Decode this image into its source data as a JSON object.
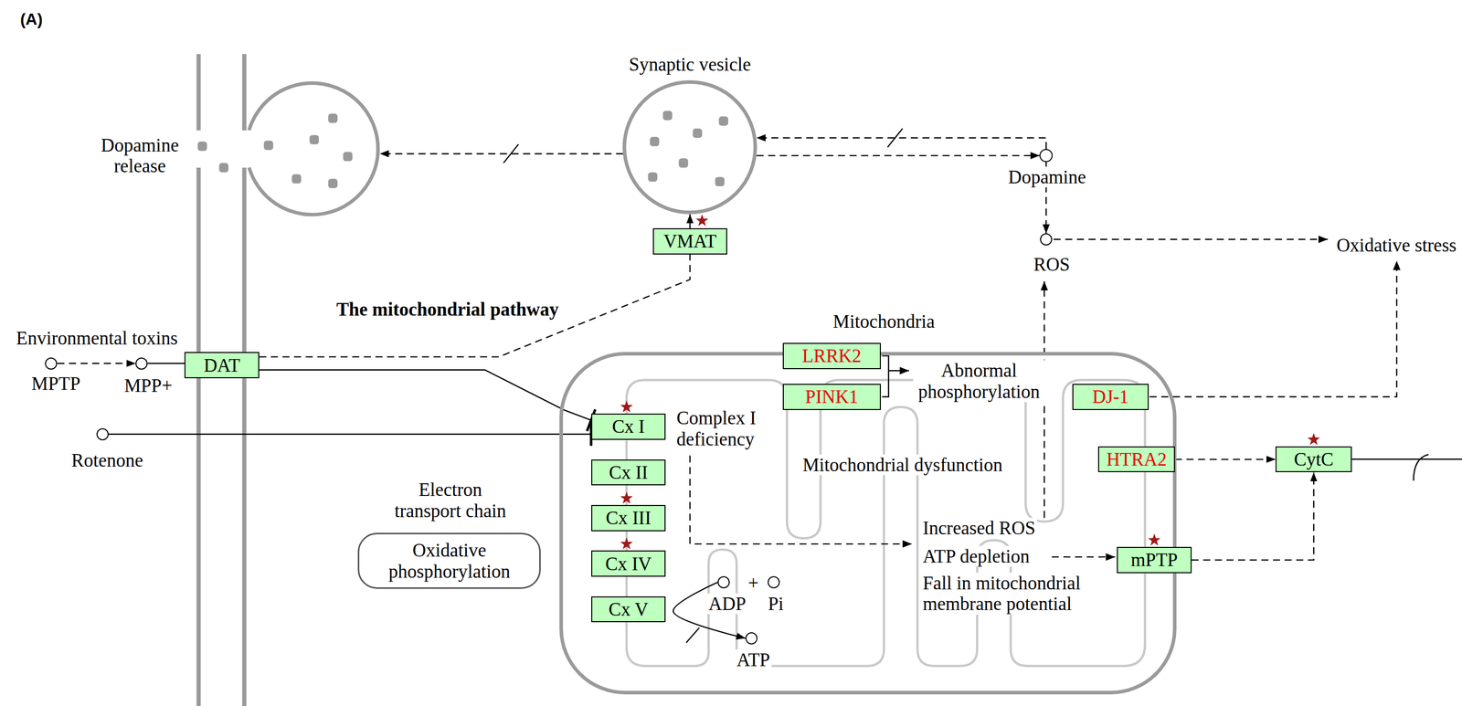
{
  "diagram": {
    "nodes": [
      {
        "text": [
          "Synaptic vesicle"
        ]
      },
      {
        "text": [
          "Dopamine release"
        ]
      },
      {
        "text": [
          "Dopamine"
        ]
      },
      {
        "text": [
          "VMAT"
        ]
      },
      {
        "text": [
          "ROS"
        ]
      },
      {
        "text": [
          "MPTP"
        ]
      },
      {
        "text": [
          "MPP+"
        ]
      },
      {
        "text": [
          "DAT"
        ]
      },
      {
        "text": [
          "Rotenone"
        ]
      },
      {
        "text": [
          "Mitochondria"
        ]
      },
      {
        "text": [
          "LRRK2"
        ]
      },
      {
        "text": [
          "PINK1"
        ],
        "in": 9
      },
      {
        "text": [
          "DJ-1"
        ],
        "in": 9
      },
      {
        "text": [
          "HTRA2"
        ],
        "in": 9
      },
      {
        "text": [
          "CytC"
        ]
      },
      {
        "text": [
          "Cx I"
        ],
        "in": 9
      },
      {
        "text": [
          "Cx II"
        ],
        "in": 9
      },
      {
        "text": [
          "Cx III"
        ],
        "in": 9
      },
      {
        "text": [
          "Cx IV"
        ],
        "in": 9
      },
      {
        "text": [
          "Cx V"
        ],
        "in": 9
      },
      {
        "text": [
          "Oxidative phosphorylation"
        ]
      },
      {
        "text": [
          "mPTP"
        ]
      },
      {
        "text": [
          "ADP"
        ],
        "in": 9
      },
      {
        "text": [
          "Pi"
        ],
        "in": 9
      },
      {
        "text": [
          "ATP"
        ],
        "in": 9
      }
    ],
    "edges": [
      {
        "from": 0,
        "to": 1,
        "arrow": "to"
      },
      {
        "from": 2,
        "to": 0,
        "arrow": "to"
      },
      {
        "from": 0,
        "to": 2,
        "arrow": "to"
      },
      {
        "from": 3,
        "to": 0,
        "arrow": "to"
      },
      {
        "from": 2,
        "to": 4,
        "arrow": "to"
      },
      {
        "from": 5,
        "to": 6,
        "arrow": "to"
      },
      {
        "from": 6,
        "to": 7,
        "arrow": "none"
      },
      {
        "from": 7,
        "to": 3,
        "arrow": "none"
      },
      {
        "from": 7,
        "to": 15,
        "arrow": "none"
      },
      {
        "from": 8,
        "to": 15,
        "arrow": "none"
      },
      {
        "from": 13,
        "to": 14,
        "arrow": "to"
      },
      {
        "from": 21,
        "to": 14,
        "arrow": "to"
      },
      {
        "from": 22,
        "to": 24,
        "arrow": "to"
      }
    ],
    "labels": [
      "(A)",
      "The mitochondrial pathway",
      "Oxidative stress",
      "Environmental toxins",
      "Abnormal phosphorylation",
      "Complex I deficiency",
      "Mitochondrial dysfunction",
      "Electron transport chain",
      "Increased ROS",
      "ATP depletion",
      "Fall in mitochondrial membrane potential",
      "+"
    ]
  }
}
